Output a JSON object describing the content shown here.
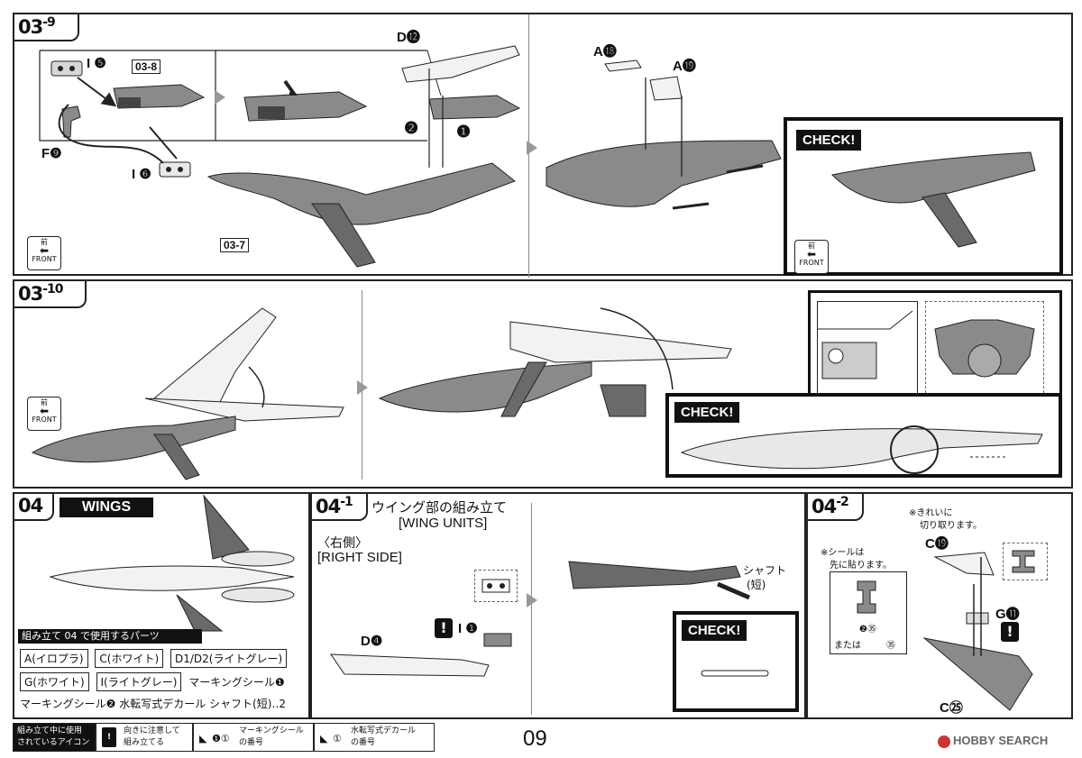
{
  "page_number": "09",
  "watermark": "HOBBY SEARCH",
  "colors": {
    "line": "#222222",
    "part_gray": "#8a8a8a",
    "light": "#e6e6e6",
    "check_bg": "#111111",
    "arrow": "#999999"
  },
  "step_03_9": {
    "tag_main": "03",
    "tag_sub": "9",
    "labels": {
      "I5": "I ❺",
      "sub_03_8": "03-8",
      "F9": "F❾",
      "I6": "I ❻",
      "D12": "D⓬",
      "num2": "❷",
      "num1": "❶",
      "sub_03_7": "03-7",
      "A18": "A⓲",
      "A19": "A⓳"
    },
    "check_label": "CHECK!",
    "front_jp": "前",
    "front_en": "FRONT"
  },
  "step_03_10": {
    "tag_main": "03",
    "tag_sub": "10",
    "check_label": "CHECK!",
    "front_jp": "前",
    "front_en": "FRONT"
  },
  "step_04": {
    "tag": "04",
    "title": "WINGS",
    "parts_header": "組み立て 04 で使用するパーツ",
    "parts_row1": [
      "A(イロプラ)",
      "C(ホワイト)",
      "D1/D2(ライトグレー)"
    ],
    "parts_row2": [
      "G(ホワイト)",
      "I(ライトグレー)",
      "マーキングシール❶"
    ],
    "parts_row3": "マーキングシール❷  水転写式デカール  シャフト(短)‥2"
  },
  "step_04_1": {
    "tag_main": "04",
    "tag_sub": "1",
    "title_jp": "ウイング部の組み立て",
    "title_en": "[WING UNITS]",
    "side_jp": "〈右側〉",
    "side_en": "[RIGHT SIDE]",
    "labels": {
      "D4": "D❹",
      "I1": "I ❶",
      "shaft_jp": "シャフト",
      "shaft_short": "(短)"
    },
    "check_label": "CHECK!"
  },
  "step_04_2": {
    "tag_main": "04",
    "tag_sub": "2",
    "note1": "※きれいに",
    "note2": "切り取ります。",
    "note3": "※シールは",
    "note4": "先に貼ります。",
    "labels": {
      "C23": "C⓳",
      "G11": "G⓫",
      "C25": "C㉕",
      "sticker": "❷㉟",
      "or": "または",
      "decal": "㉟"
    }
  },
  "legend": {
    "title1": "組み立て中に使用",
    "title2": "されているアイコン",
    "item1_1": "向きに注意して",
    "item1_2": "組み立てる",
    "item2_num": "❶①",
    "item2_1": "マーキングシール",
    "item2_2": "の番号",
    "item3_num": "①",
    "item3_1": "水転写式デカール",
    "item3_2": "の番号"
  }
}
